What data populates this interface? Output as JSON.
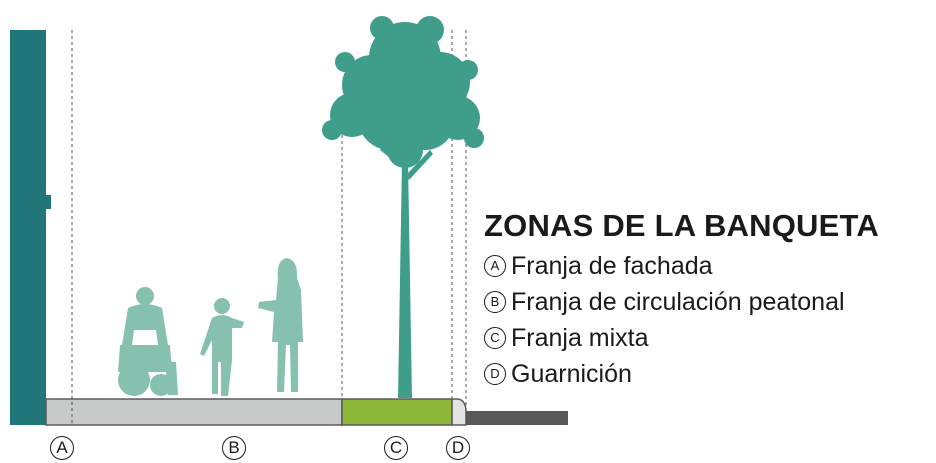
{
  "title": "ZONAS DE LA BANQUETA",
  "legend": [
    {
      "mark": "A",
      "label": "Franja de fachada"
    },
    {
      "mark": "B",
      "label": "Franja de circulación peatonal"
    },
    {
      "mark": "C",
      "label": "Franja mixta"
    },
    {
      "mark": "D",
      "label": "Guarnición"
    }
  ],
  "zone_markers": [
    "A",
    "B",
    "C",
    "D"
  ],
  "colors": {
    "building": "#21767a",
    "sidewalk": "#c8c9c9",
    "mixed_strip": "#8eb83a",
    "curb": "#e3e3e3",
    "street": "#57585a",
    "tree": "#3f9e8a",
    "people": "#86c1b0",
    "guide_lines": "#555555"
  },
  "icons": [
    "building-facade",
    "person-wheelchair-icon",
    "child-icon",
    "woman-icon",
    "tree-icon"
  ]
}
